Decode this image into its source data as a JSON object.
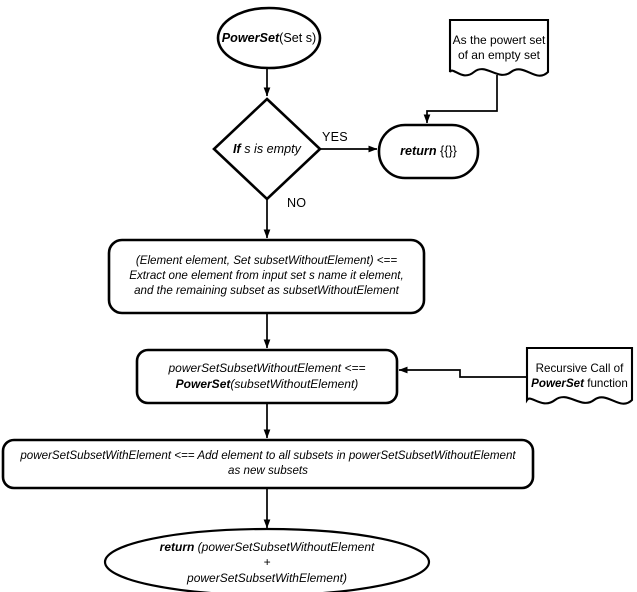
{
  "diagram": {
    "title": "PowerSet recursive algorithm flowchart",
    "type": "flowchart",
    "background_color": "#ffffff",
    "stroke_color": "#000000",
    "text_color": "#000000"
  },
  "nodes": {
    "start": {
      "shape": "ellipse",
      "name": "start-terminal",
      "text_bold_italic": "PowerSet",
      "text_plain": "(Set s)"
    },
    "decision": {
      "shape": "diamond",
      "name": "decision-is-empty",
      "text_bold_italic": "If",
      "text_plain": " s is empty"
    },
    "return_empty": {
      "shape": "rounded-rect",
      "name": "return-empty-set",
      "text_bold_italic": "return",
      "text_plain": " {{}}"
    },
    "note_empty": {
      "shape": "note",
      "name": "note-empty-set",
      "line1": "As the powert set",
      "line2": "of an empty set"
    },
    "extract": {
      "shape": "rounded-rect",
      "name": "process-extract-element",
      "line1": "(Element element, Set subsetWithoutElement) <==",
      "line2": "Extract one element from input set s name it element,",
      "line3": "and the remaining subset as subsetWithoutElement"
    },
    "recurse": {
      "shape": "rounded-rect",
      "name": "process-recursive-powerset",
      "line1": "powerSetSubsetWithoutElement <==",
      "line2_bold": "PowerSet",
      "line2_rest": "(subsetWithoutElement)"
    },
    "note_recursive": {
      "shape": "note",
      "name": "note-recursive-call",
      "line1": "Recursive Call of",
      "line2_bold": "PowerSet",
      "line2_rest": " function"
    },
    "add_element": {
      "shape": "rounded-rect",
      "name": "process-add-element",
      "line1": "powerSetSubsetWithElement <== Add element to all subsets in powerSetSubsetWithoutElement",
      "line2": "as new subsets"
    },
    "end": {
      "shape": "ellipse",
      "name": "end-terminal-return",
      "line1_bold": "return",
      "line1_rest": " (powerSetSubsetWithoutElement",
      "line2": "+",
      "line3": "powerSetSubsetWithElement)"
    }
  },
  "edges": {
    "yes_label": "YES",
    "no_label": "NO"
  }
}
